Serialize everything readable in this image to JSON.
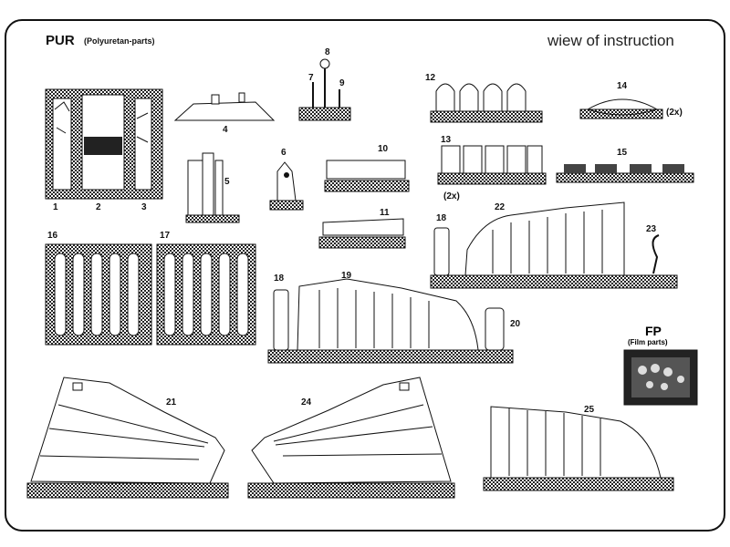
{
  "header": {
    "pur": "PUR",
    "pur_sub": "(Polyuretan-parts)",
    "right": "wiew of instruction"
  },
  "film": {
    "label": "FP",
    "sub": "(Film parts)"
  },
  "parts": {
    "p1": "1",
    "p2": "2",
    "p3": "3",
    "p4": "4",
    "p5": "5",
    "p6": "6",
    "p7": "7",
    "p8": "8",
    "p9": "9",
    "p10": "10",
    "p11": "11",
    "p12": "12",
    "p13": "13",
    "p13x": "(2x)",
    "p14": "14",
    "p14x": "(2x)",
    "p15": "15",
    "p16": "16",
    "p17": "17",
    "p18a": "18",
    "p18b": "18",
    "p19": "19",
    "p20": "20",
    "p21": "21",
    "p22": "22",
    "p23": "23",
    "p24": "24",
    "p25": "25"
  }
}
